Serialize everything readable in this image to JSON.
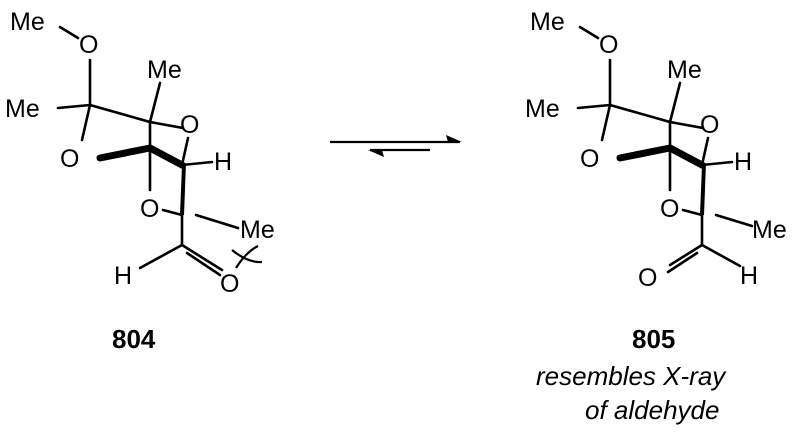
{
  "scheme": {
    "left": {
      "compound_number": "804",
      "atoms": {
        "me_top": "Me",
        "o_methoxy": "O",
        "me_left": "Me",
        "me_bridge": "Me",
        "o_upper_ring": "O",
        "o_left_ring": "O",
        "h_ring": "H",
        "o_lower_ring": "O",
        "me_right": "Me",
        "h_aldehyde": "H",
        "o_aldehyde": "O"
      }
    },
    "equilibrium": {
      "type": "equilibrium-arrow"
    },
    "right": {
      "compound_number": "805",
      "caption_line1": "resembles X-ray",
      "caption_line2": "of aldehyde",
      "atoms": {
        "me_top": "Me",
        "o_methoxy": "O",
        "me_left": "Me",
        "me_bridge": "Me",
        "o_upper_ring": "O",
        "o_left_ring": "O",
        "h_ring": "H",
        "o_lower_ring": "O",
        "me_right": "Me",
        "o_aldehyde": "O",
        "h_aldehyde": "H"
      }
    }
  }
}
